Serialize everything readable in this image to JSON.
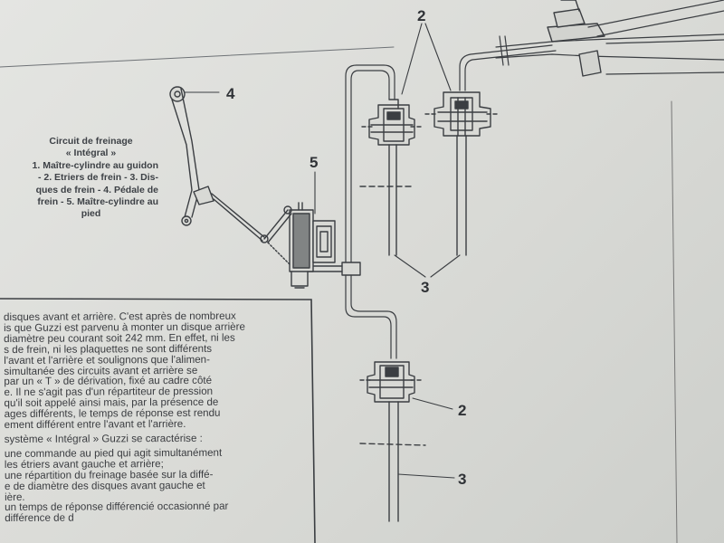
{
  "callouts": {
    "two_top": "2",
    "three_top": "3",
    "four": "4",
    "five": "5",
    "two_bottom": "2",
    "three_bottom": "3"
  },
  "caption": {
    "title_1": "Circuit de freinage",
    "title_2": "« Intégral »",
    "line_1": "1. Maître-cylindre au guidon",
    "line_2": "- 2. Etriers de frein - 3. Dis-",
    "line_3": "ques de frein - 4. Pédale de",
    "line_4": "frein - 5. Maître-cylindre au",
    "line_5": "pied"
  },
  "body": {
    "p1": [
      "disques avant et arrière. C'est après de nombreux",
      "is que Guzzi est parvenu à monter un disque arrière",
      "diamètre peu courant soit 242 mm. En effet, ni les",
      "s de frein, ni les plaquettes ne sont différents",
      "l'avant et l'arrière et soulignons que l'alimen-",
      "simultanée des circuits avant et arrière se",
      "par un « T » de dérivation, fixé au cadre côté",
      "e. Il ne s'agit pas d'un répartiteur de pression",
      "qu'il soit appelé ainsi mais, par la présence de",
      "ages différents, le temps de réponse est rendu",
      "ement différent entre l'avant et l'arrière."
    ],
    "p2": [
      "système « Intégral » Guzzi se caractérise :",
      "une commande au pied qui agit simultanément",
      "les étriers avant gauche et arrière;",
      "une répartition du freinage basée sur la diffé-",
      "e de diamètre des disques avant gauche et",
      "ière.",
      "un temps de réponse différencié occasionné par",
      "différence de d"
    ]
  },
  "colors": {
    "paper": "#dcddd9",
    "ink": "#3a3d40"
  }
}
